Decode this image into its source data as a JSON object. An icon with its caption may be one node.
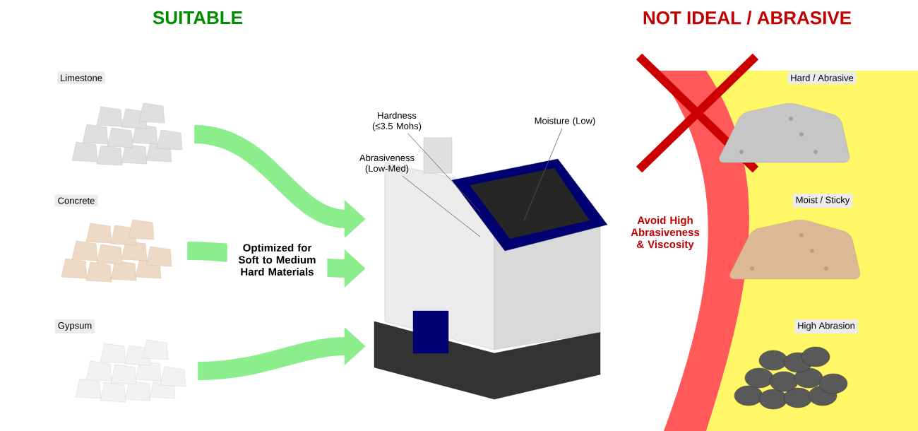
{
  "diagram": {
    "nodes": [
      {
        "text": [
          "Limestone"
        ]
      },
      {
        "text": [
          "Concrete"
        ]
      },
      {
        "text": [
          "Gypsum"
        ]
      },
      {
        "text": [],
        "shape": "picture"
      },
      {
        "text": [
          "Hardness (≤3.5 Mohs)"
        ]
      },
      {
        "text": [
          "Abrasiveness (Low-Med)"
        ]
      },
      {
        "text": [
          "Moisture (Low)"
        ]
      },
      {
        "text": [
          "Hard / Abrasive"
        ]
      },
      {
        "text": [
          "Moist / Sticky"
        ]
      },
      {
        "text": [
          "High Abrasion"
        ]
      }
    ],
    "edges": [
      {
        "from": 0,
        "to": 3,
        "arrow": "to",
        "style": "thick",
        "color": "#8ced8c"
      },
      {
        "from": 1,
        "to": 3,
        "arrow": "to",
        "label": "Optimized for Soft to Medium Hard Materials",
        "style": "thick",
        "color": "#8ced8c"
      },
      {
        "from": 2,
        "to": 3,
        "arrow": "to",
        "style": "thick",
        "color": "#8ced8c"
      },
      {
        "from": 4,
        "to": 3,
        "arrow": "none",
        "color": "#595959"
      },
      {
        "from": 5,
        "to": 3,
        "arrow": "none",
        "color": "#595959"
      },
      {
        "from": 6,
        "to": 3,
        "arrow": "none",
        "color": "#595959"
      }
    ],
    "labels": [
      "SUITABLE",
      "NOT IDEAL / ABRASIVE",
      "Avoid High Abrasiveness & Viscosity"
    ]
  }
}
